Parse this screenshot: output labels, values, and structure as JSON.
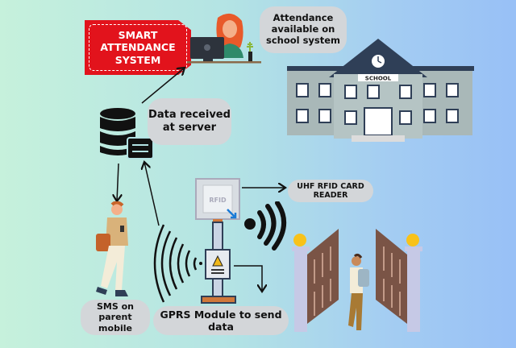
{
  "title_tag": "SMART\nATTENDANCE\nSYSTEM",
  "labels": {
    "attendance_available": "Attendance available on school system",
    "data_received": "Data received at server",
    "rfid_reader": "UHF RFID CARD READER",
    "sms_parent": "SMS on parent mobile",
    "gprs_module": "GPRS Module to send data"
  },
  "school_sign": "SCHOOL",
  "rfid_tag_text": "RFID",
  "colors": {
    "tag_red": "#e2131c",
    "bubble": "#d3d6d9"
  }
}
